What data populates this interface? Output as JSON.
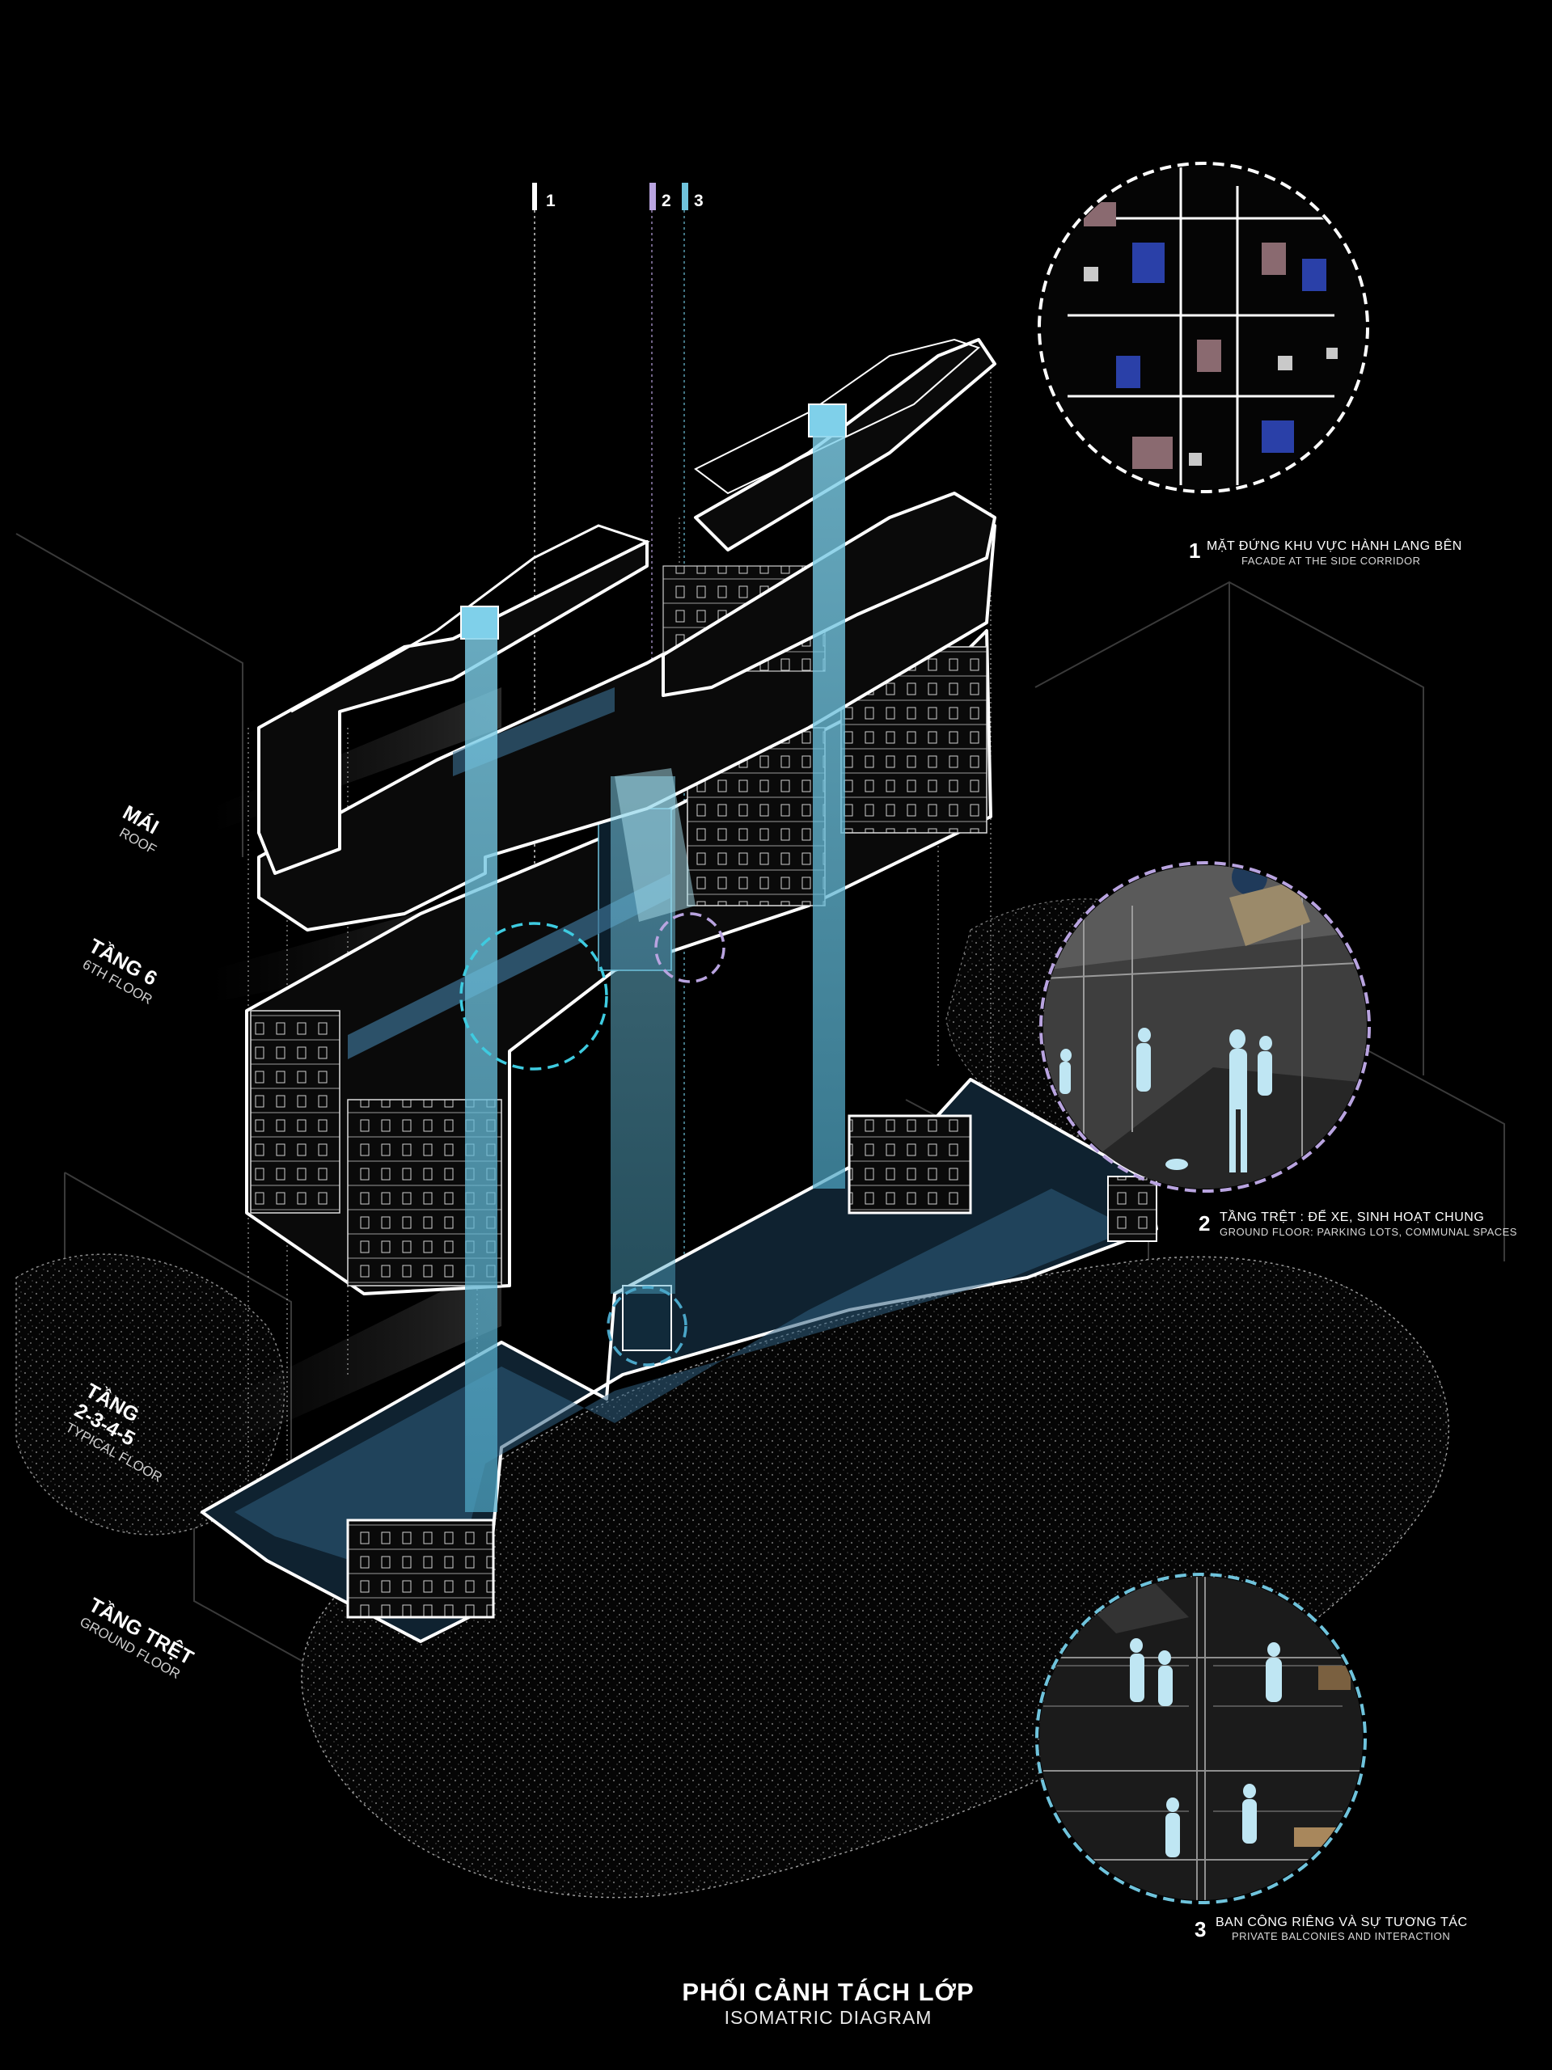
{
  "title": {
    "main": "PHỐI CẢNH TÁCH LỚP",
    "sub": "ISOMATRIC DIAGRAM"
  },
  "levels": [
    {
      "main": "MÁI",
      "sub": "ROOF"
    },
    {
      "main": "TẦNG 6",
      "sub": "6TH FLOOR"
    },
    {
      "main": "TẦNG",
      "main2": "2-3-4-5",
      "sub": "TYPICAL FLOOR"
    },
    {
      "main": "TẦNG TRỆT",
      "sub": "GROUND FLOOR"
    }
  ],
  "markers": [
    {
      "label": "1",
      "color": "#ffffff"
    },
    {
      "label": "2",
      "color": "#b9a4e0"
    },
    {
      "label": "3",
      "color": "#6fc3dc"
    }
  ],
  "callouts": [
    {
      "number": "1",
      "title": "MẶT ĐỨNG KHU VỰC HÀNH LANG BÊN",
      "subtitle": "FACADE AT THE SIDE CORRIDOR",
      "ring_color": "#ffffff"
    },
    {
      "number": "2",
      "title": "TẦNG TRỆT : ĐỂ XE, SINH HOẠT CHUNG",
      "subtitle": "GROUND  FLOOR: PARKING LOTS, COMMUNAL SPACES",
      "ring_color": "#b9a4e0"
    },
    {
      "number": "3",
      "title": "BAN CÔNG RIÊNG VÀ SỰ TƯƠNG TÁC",
      "subtitle": "PRIVATE BALCONIES AND INTERACTION",
      "ring_color": "#6fc3dc"
    }
  ],
  "colors": {
    "background": "#000000",
    "lines": "#ffffff",
    "shaft": "#6fc3dc",
    "accent_purple": "#b9a4e0",
    "accent_cyan": "#3ecbe0"
  }
}
